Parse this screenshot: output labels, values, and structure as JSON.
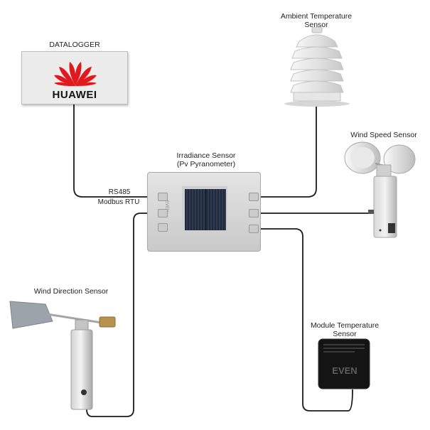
{
  "labels": {
    "datalogger": "DATALOGGER",
    "huawei": "HUAWEI",
    "ambient_line1": "Ambient Temperature",
    "ambient_line2": "Sensor",
    "wind_speed": "Wind Speed Sensor",
    "irradiance_line1": "Irradiance Sensor",
    "irradiance_line2": "(Pv Pyranometer)",
    "rs485": "RS485",
    "modbus": "Modbus RTU",
    "wind_direction": "Wind Direction Sensor",
    "module_temp_line1": "Module Temperature",
    "module_temp_line2": "Sensor",
    "even_brand": "EVEN"
  },
  "colors": {
    "huawei_red": "#e1191f",
    "wire": "#1a1a1a",
    "device_silver": "#c9c9c9"
  },
  "icons": [
    "huawei-logo-icon",
    "solar-panel-icon",
    "radiation-shield-icon",
    "anemometer-icon",
    "wind-vane-icon",
    "temperature-pad-icon"
  ]
}
